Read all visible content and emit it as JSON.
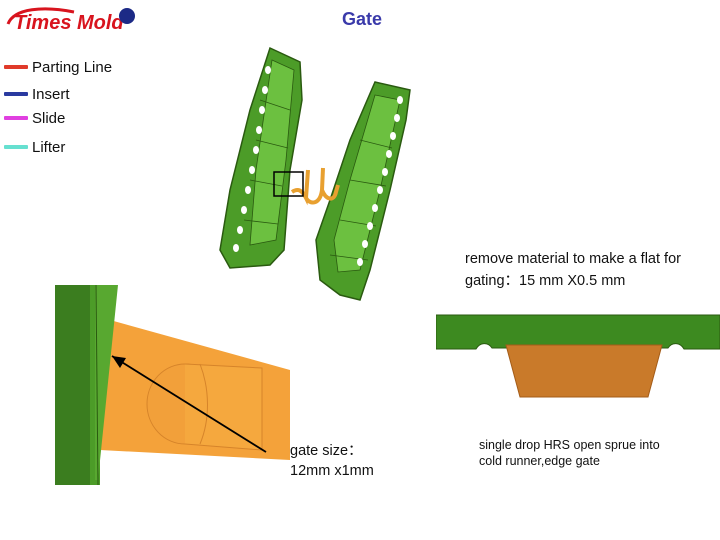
{
  "logo": {
    "text": "Times Mold",
    "colors": {
      "text": "#d8141e",
      "dot": "#1c2a86"
    }
  },
  "slide_title": "Gate",
  "legend": [
    {
      "label": "Parting Line",
      "color": "#e03a2a"
    },
    {
      "label": "Insert",
      "color": "#2a3aa0"
    },
    {
      "label": "Slide",
      "color": "#e040e0"
    },
    {
      "label": "Lifter",
      "color": "#66e0d0"
    }
  ],
  "notes": {
    "flat_line1": "remove material to make a flat for",
    "flat_line2": "gating：15 mm X0.5 mm",
    "gate_size_line1": "gate size：",
    "gate_size_line2": "12mm x1mm",
    "sprue_line1": "single drop HRS open sprue into",
    "sprue_line2": "cold runner,edge gate"
  },
  "colors": {
    "part_green": "#3d8a20",
    "gate_orange": "#f4a23a",
    "dark_orange": "#c97a2a"
  }
}
